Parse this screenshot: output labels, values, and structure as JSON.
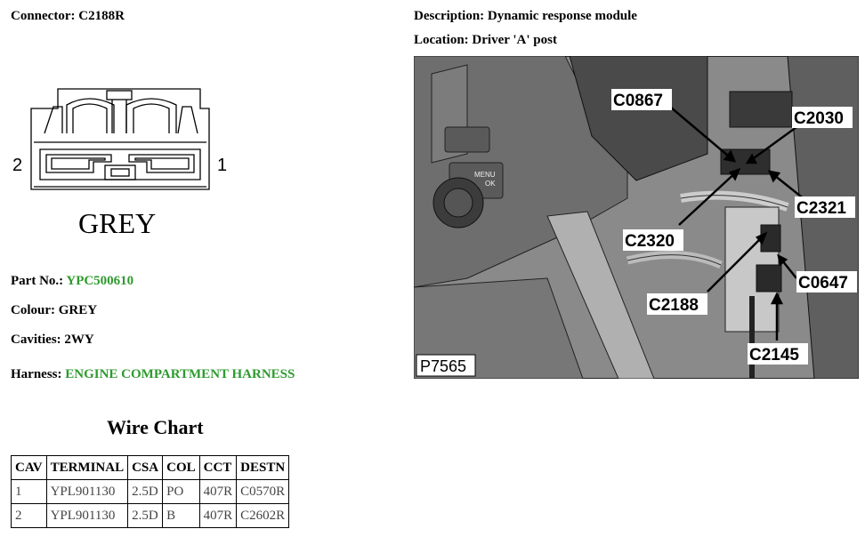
{
  "header": {
    "connector_label": "Connector:",
    "connector_value": "C2188R",
    "description_label": "Description:",
    "description_value": "Dynamic response module",
    "location_label": "Location:",
    "location_value": "Driver 'A' post"
  },
  "diagram": {
    "pin_left": "2",
    "pin_right": "1",
    "colour_text": "GREY"
  },
  "details": {
    "part_label": "Part No.:",
    "part_value": "YPC500610",
    "colour_label": "Colour:",
    "colour_value": "GREY",
    "cavities_label": "Cavities:",
    "cavities_value": "2WY",
    "harness_label": "Harness:",
    "harness_value": "ENGINE COMPARTMENT HARNESS"
  },
  "photo": {
    "figure_id": "P7565",
    "callouts": [
      "C0867",
      "C2030",
      "C2321",
      "C2320",
      "C0647",
      "C2188",
      "C2145"
    ],
    "menu_text": "MENU",
    "ok_text": "OK"
  },
  "wire_chart": {
    "title": "Wire Chart",
    "headers": [
      "CAV",
      "TERMINAL",
      "CSA",
      "COL",
      "CCT",
      "DESTN"
    ],
    "rows": [
      [
        "1",
        "YPL901130",
        "2.5D",
        "PO",
        "407R",
        "C0570R"
      ],
      [
        "2",
        "YPL901130",
        "2.5D",
        "B",
        "407R",
        "C2602R"
      ]
    ]
  },
  "colors": {
    "link_green": "#2e9a2e"
  }
}
